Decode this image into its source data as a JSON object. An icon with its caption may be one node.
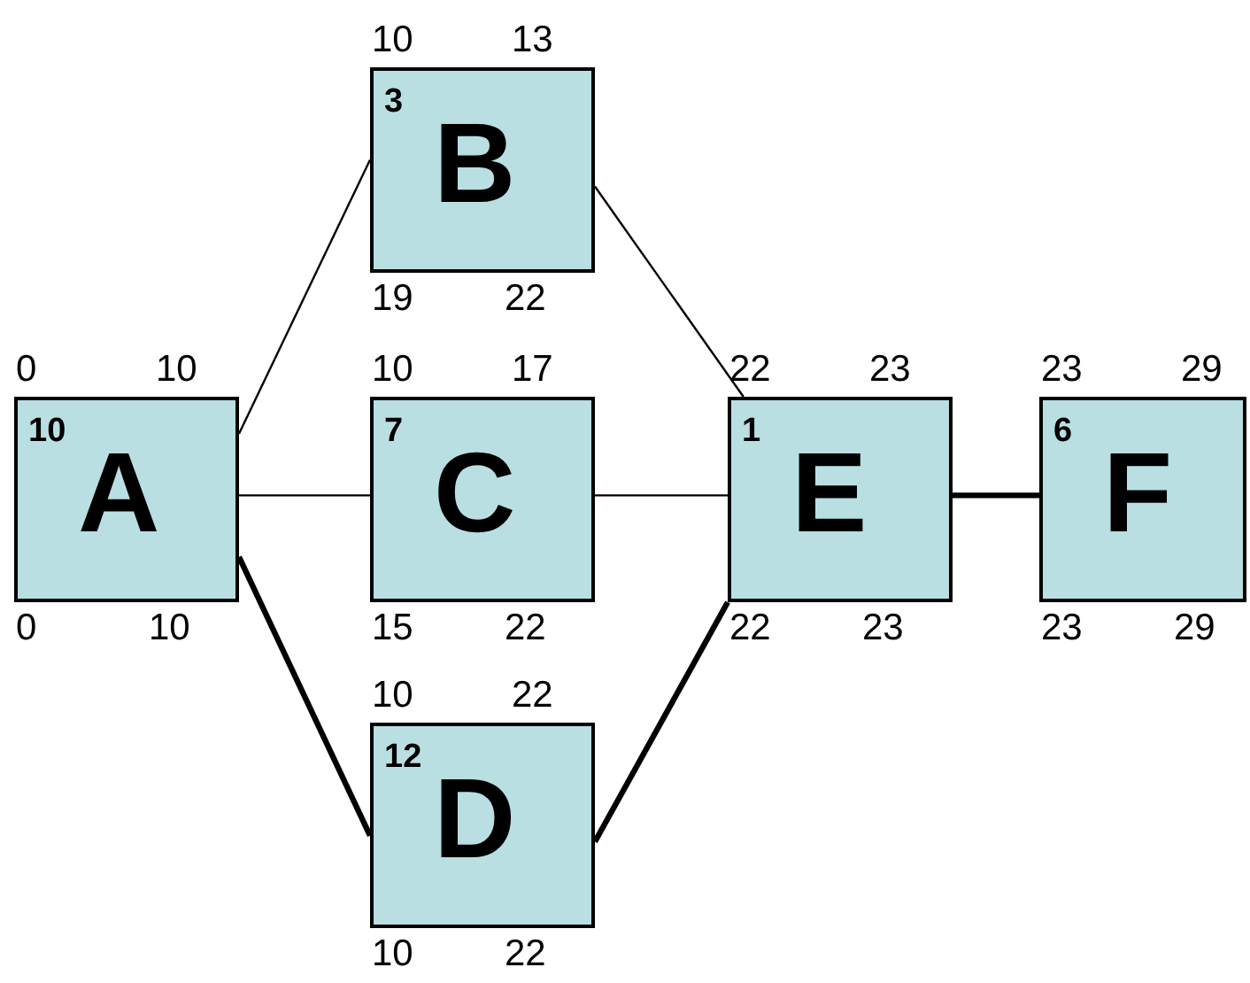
{
  "diagram": {
    "nodes": [
      {
        "text": [
          "10",
          "A"
        ],
        "beside": [
          "0",
          "10",
          "0",
          "10"
        ]
      },
      {
        "text": [
          "3",
          "B"
        ],
        "beside": [
          "10",
          "13",
          "19",
          "22"
        ]
      },
      {
        "text": [
          "7",
          "C"
        ],
        "beside": [
          "10",
          "17",
          "15",
          "22"
        ]
      },
      {
        "text": [
          "12",
          "D"
        ],
        "beside": [
          "10",
          "22",
          "10",
          "22"
        ]
      },
      {
        "text": [
          "1",
          "E"
        ],
        "beside": [
          "22",
          "23",
          "22",
          "23"
        ]
      },
      {
        "text": [
          "6",
          "F"
        ],
        "beside": [
          "23",
          "29",
          "23",
          "29"
        ]
      }
    ],
    "edges": [
      {
        "from": 0,
        "to": 1,
        "arrow": "none"
      },
      {
        "from": 0,
        "to": 2,
        "arrow": "none"
      },
      {
        "from": 0,
        "to": 3,
        "arrow": "none",
        "style": "thick"
      },
      {
        "from": 1,
        "to": 4,
        "arrow": "none"
      },
      {
        "from": 2,
        "to": 4,
        "arrow": "none"
      },
      {
        "from": 3,
        "to": 4,
        "arrow": "none",
        "style": "thick"
      },
      {
        "from": 4,
        "to": 5,
        "arrow": "none",
        "style": "thick"
      }
    ]
  }
}
